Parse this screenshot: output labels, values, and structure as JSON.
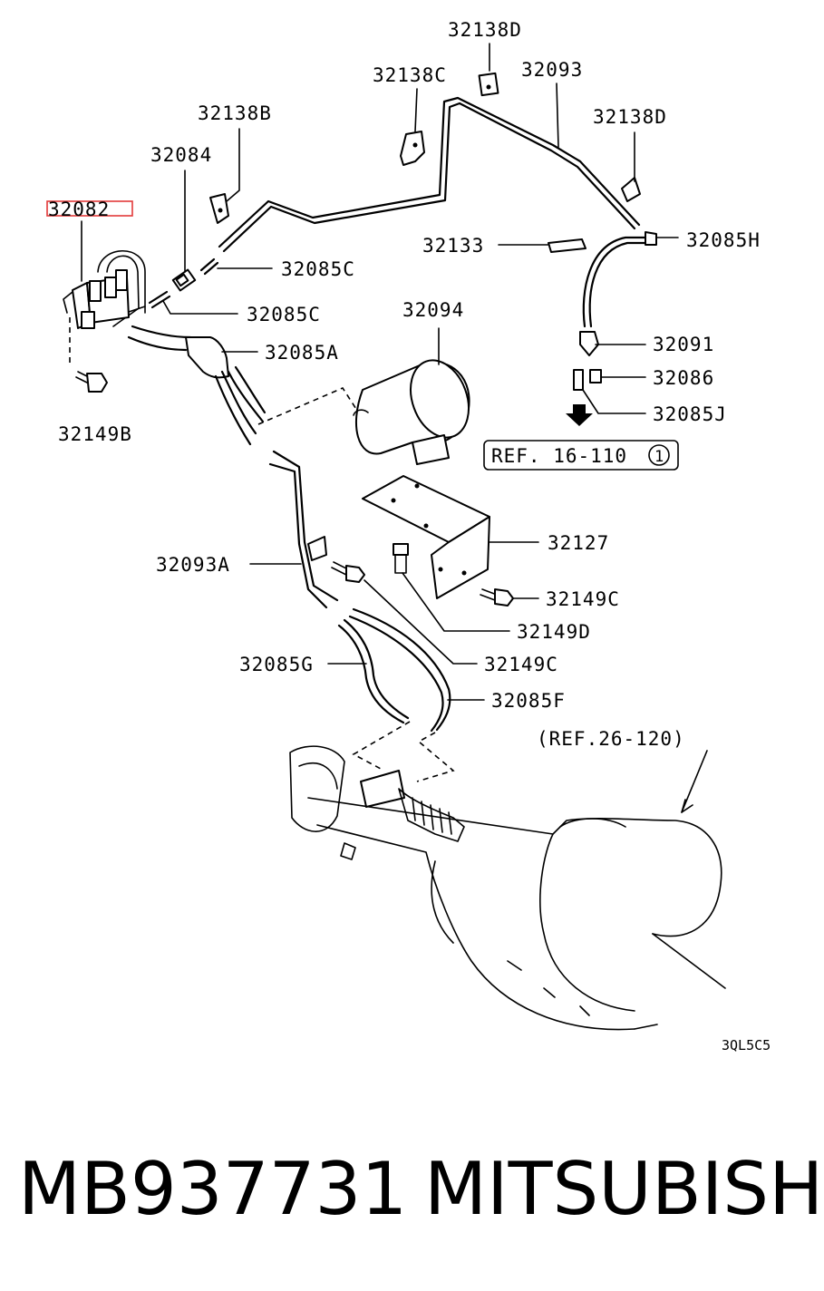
{
  "diagram": {
    "code": "3QL5C5",
    "labels": {
      "p32138D_top": "32138D",
      "p32138C": "32138C",
      "p32093": "32093",
      "p32138B": "32138B",
      "p32138D_right": "32138D",
      "p32084": "32084",
      "p32082": "32082",
      "p32133": "32133",
      "p32085H": "32085H",
      "p32085C_a": "32085C",
      "p32085C_b": "32085C",
      "p32094": "32094",
      "p32085A": "32085A",
      "p32091": "32091",
      "p32086": "32086",
      "p32085J": "32085J",
      "p32149B": "32149B",
      "ref16": "REF. 16-110",
      "ref16_circle": "1",
      "p32127": "32127",
      "p32093A": "32093A",
      "p32149C_a": "32149C",
      "p32149D": "32149D",
      "p32149C_b": "32149C",
      "p32085G": "32085G",
      "p32085F": "32085F",
      "ref26": "(REF.26-120)"
    },
    "highlight_color": "#e23a3a"
  },
  "footer": {
    "part_number": "MB937731",
    "brand": "MITSUBISHI"
  }
}
